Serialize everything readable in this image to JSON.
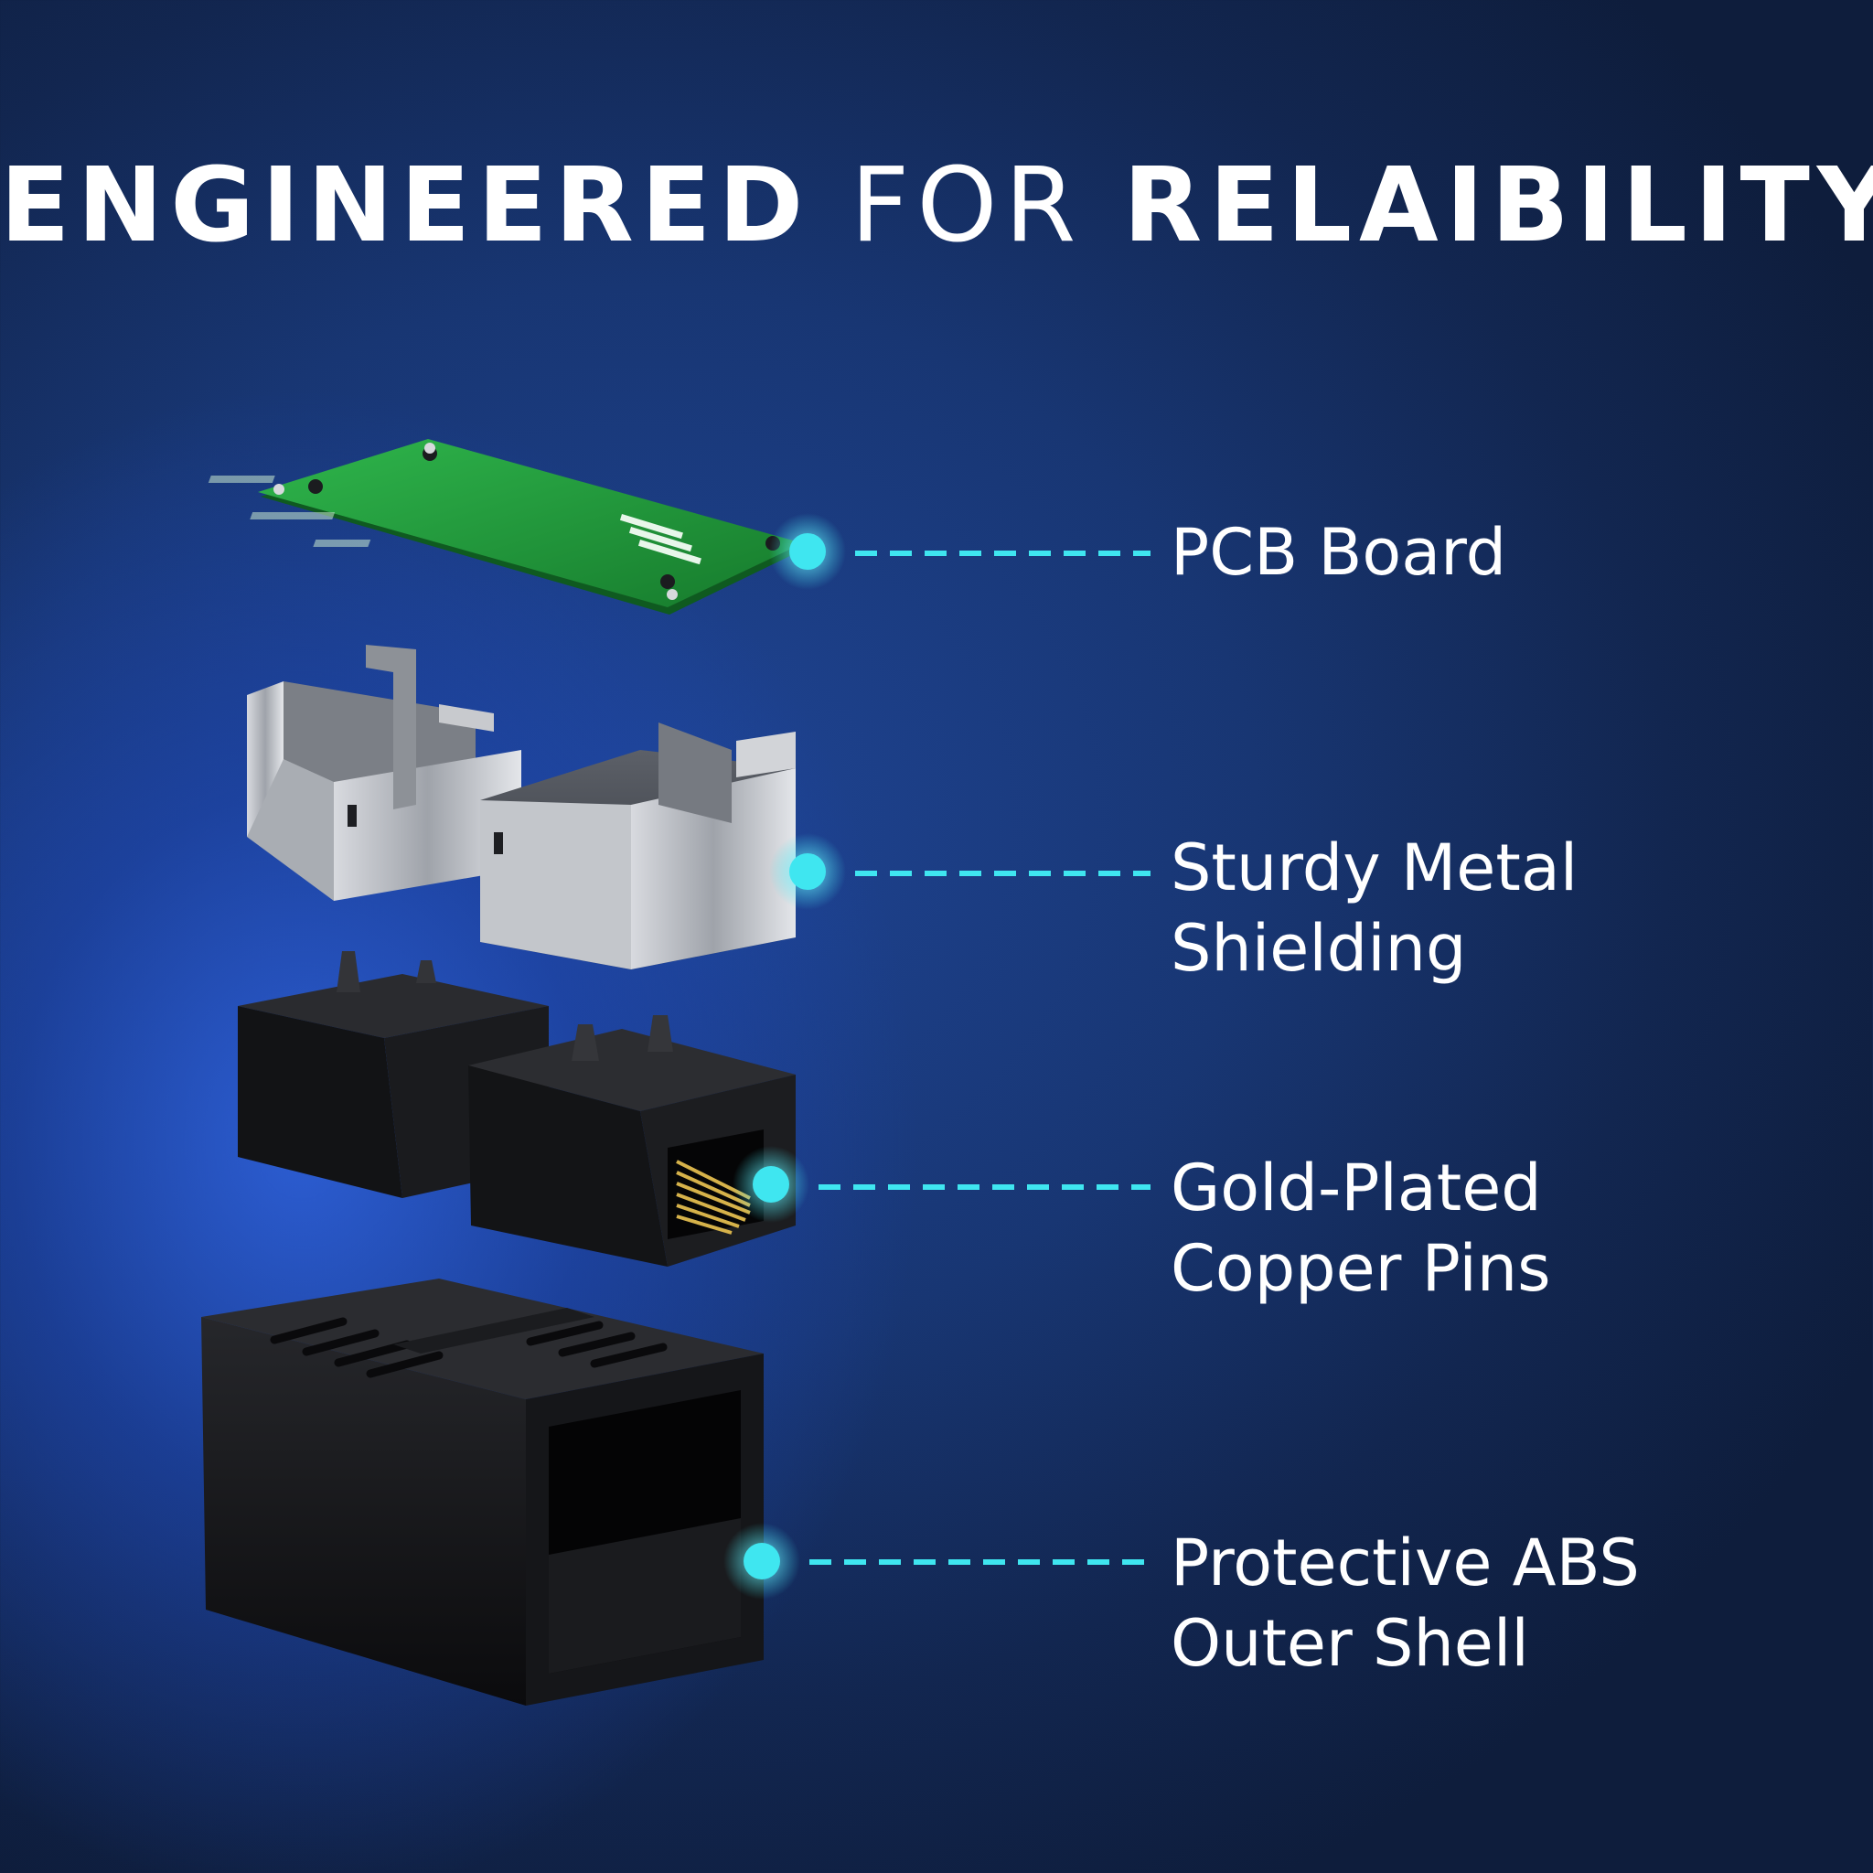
{
  "title": {
    "part1": "ENGINEERED",
    "part2": "FOR",
    "part3": "RELAIBILITY"
  },
  "callouts": [
    {
      "line1": "PCB Board",
      "line2": ""
    },
    {
      "line1": "Sturdy Metal",
      "line2": "Shielding"
    },
    {
      "line1": "Gold-Plated",
      "line2": "Copper Pins"
    },
    {
      "line1": "Protective ABS",
      "line2": "Outer Shell"
    }
  ],
  "colors": {
    "accent": "#3fe6f0",
    "pcb": "#1f9a3a",
    "metal": "#b9bcc2",
    "plastic": "#111214",
    "gold": "#d6b24a"
  }
}
